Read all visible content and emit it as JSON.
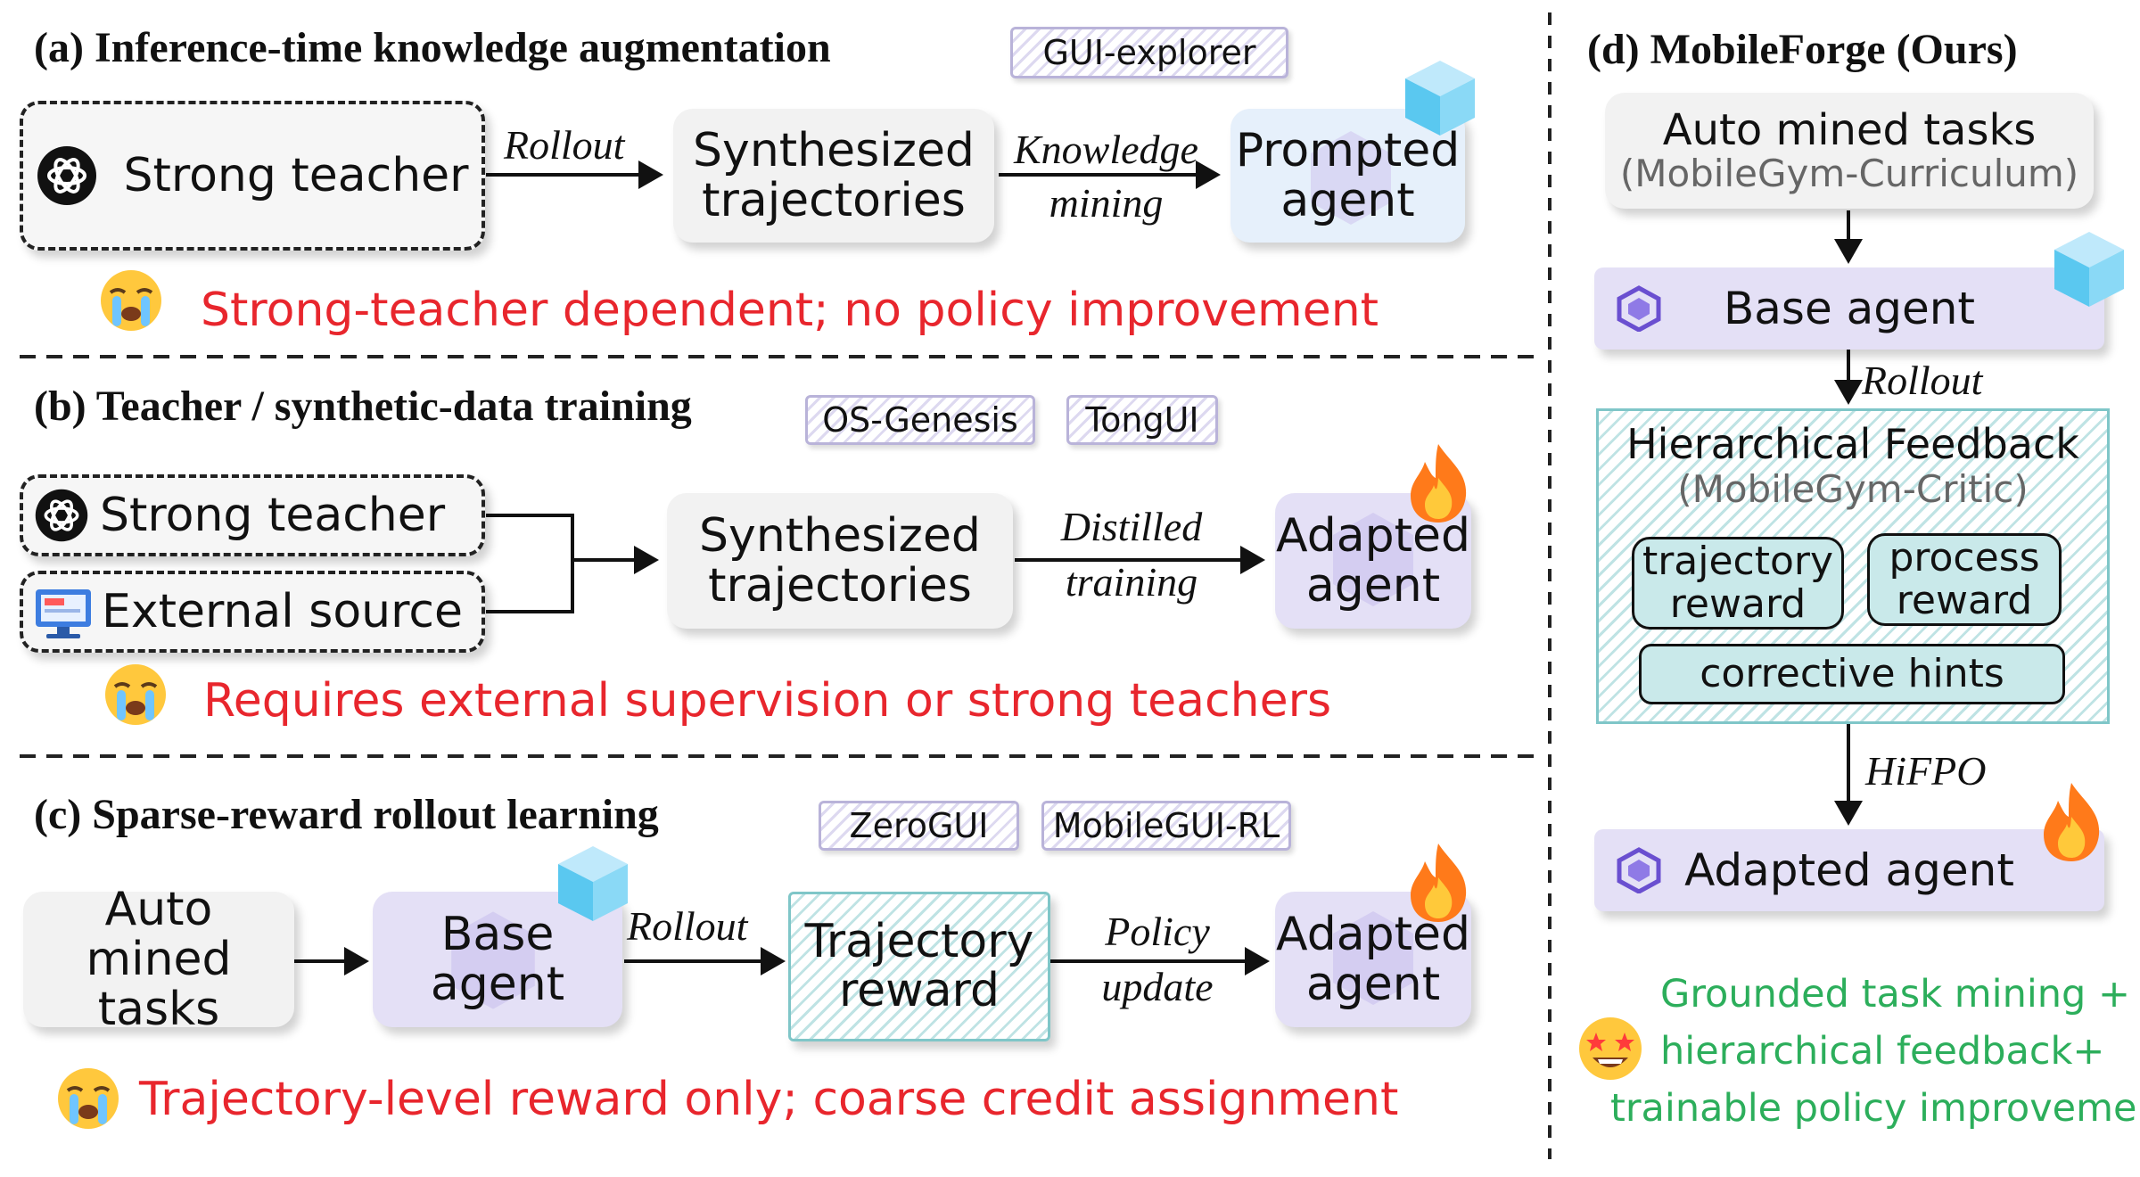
{
  "panel_a": {
    "title": "(a)  Inference-time knowledge augmentation",
    "tag": "GUI-explorer",
    "teacher": "Strong teacher",
    "edge1": "Rollout",
    "synth": [
      "Synthesized",
      "trajectories"
    ],
    "edge2": [
      "Knowledge",
      "mining"
    ],
    "agent": [
      "Prompted",
      "agent"
    ],
    "issue": "Strong-teacher dependent; no policy improvement"
  },
  "panel_b": {
    "title": "(b) Teacher / synthetic-data training",
    "tags": [
      "OS-Genesis",
      "TongUI"
    ],
    "teacher": "Strong teacher",
    "external": "External source",
    "synth": [
      "Synthesized",
      "trajectories"
    ],
    "edge": [
      "Distilled",
      "training"
    ],
    "agent": [
      "Adapted",
      "agent"
    ],
    "issue": "Requires external supervision or strong teachers"
  },
  "panel_c": {
    "title": "(c) Sparse-reward rollout learning",
    "tags": [
      "ZeroGUI",
      "MobileGUI-RL"
    ],
    "tasks": [
      "Auto",
      "mined tasks"
    ],
    "base": "Base agent",
    "edge1": "Rollout",
    "reward": [
      "Trajectory",
      "reward"
    ],
    "edge2": [
      "Policy",
      "update"
    ],
    "agent": [
      "Adapted",
      "agent"
    ],
    "issue": "Trajectory-level reward only; coarse credit assignment"
  },
  "panel_d": {
    "title": "(d)  MobileForge (Ours)",
    "tasks": "Auto mined tasks",
    "tasks_sub": "(MobileGym-Curriculum)",
    "base": "Base agent",
    "edge1": "Rollout",
    "feedback": "Hierarchical  Feedback",
    "feedback_sub": "(MobileGym-Critic)",
    "traj_reward": [
      "trajectory",
      "reward"
    ],
    "proc_reward": [
      "process",
      "reward"
    ],
    "hints": "corrective hints",
    "edge2": "HiFPO",
    "agent": "Adapted agent",
    "benefit": [
      "Grounded task mining +",
      "hierarchical feedback+",
      "trainable policy improvement"
    ]
  },
  "colors": {
    "issue_red": "#e8262d",
    "benefit_green": "#2cae5b",
    "agent_purple": "#e4e0f6",
    "prompt_blue": "#e6f0fb",
    "feedback_teal": "#bfe3e4"
  },
  "icons": [
    "openai-logo-icon",
    "computer-icon",
    "cube-icon",
    "fire-icon",
    "crying-face-icon",
    "star-eyes-face-icon",
    "agent-logo-icon"
  ]
}
